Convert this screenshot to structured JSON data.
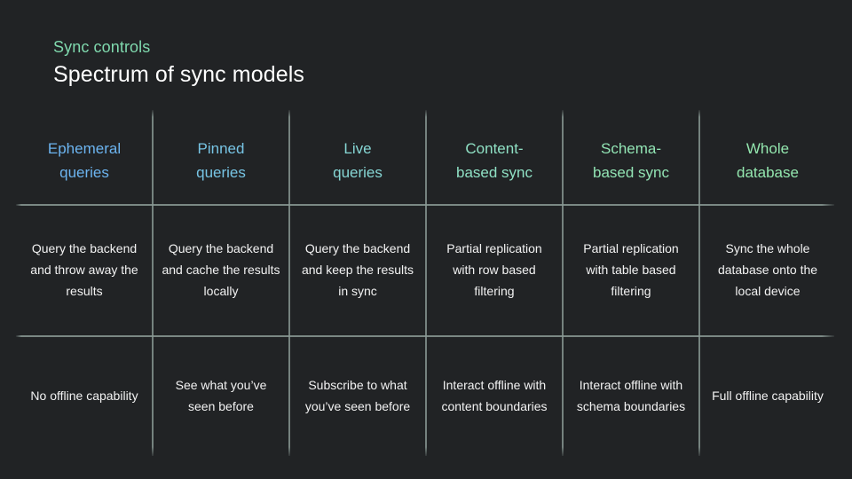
{
  "header": {
    "eyebrow": "Sync controls",
    "title": "Spectrum of sync models"
  },
  "colors": {
    "background": "#212325",
    "eyebrow": "#7fd8ad",
    "title": "#ffffff",
    "body_text": "#f2f2f2",
    "rule": "#8a9a95",
    "header_col_1": "#6cb4f0",
    "header_col_2": "#77c4e4",
    "header_col_3": "#86d6d4",
    "header_col_4": "#8fe0c4",
    "header_col_5": "#92e4b4",
    "header_col_6": "#93e6ae"
  },
  "table": {
    "columns": [
      {
        "header_line_1": "Ephemeral",
        "header_line_2": "queries",
        "header_color": "#6cb4f0",
        "description": "Query the backend and throw away the results",
        "offline": "No offline capability"
      },
      {
        "header_line_1": "Pinned",
        "header_line_2": "queries",
        "header_color": "#77c4e4",
        "description": "Query the backend and cache the results locally",
        "offline": "See what you’ve seen before"
      },
      {
        "header_line_1": "Live",
        "header_line_2": "queries",
        "header_color": "#86d6d4",
        "description": "Query the backend and keep the results in sync",
        "offline": "Subscribe to what you’ve seen before"
      },
      {
        "header_line_1": "Content-",
        "header_line_2": "based sync",
        "header_color": "#8fe0c4",
        "description": "Partial replication with row based filtering",
        "offline": "Interact offline with content boundaries"
      },
      {
        "header_line_1": "Schema-",
        "header_line_2": "based sync",
        "header_color": "#92e4b4",
        "description": "Partial replication with table based filtering",
        "offline": "Interact offline with schema boundaries"
      },
      {
        "header_line_1": "Whole",
        "header_line_2": "database",
        "header_color": "#93e6ae",
        "description": "Sync the whole database onto the local device",
        "offline": "Full offline capability"
      }
    ]
  }
}
